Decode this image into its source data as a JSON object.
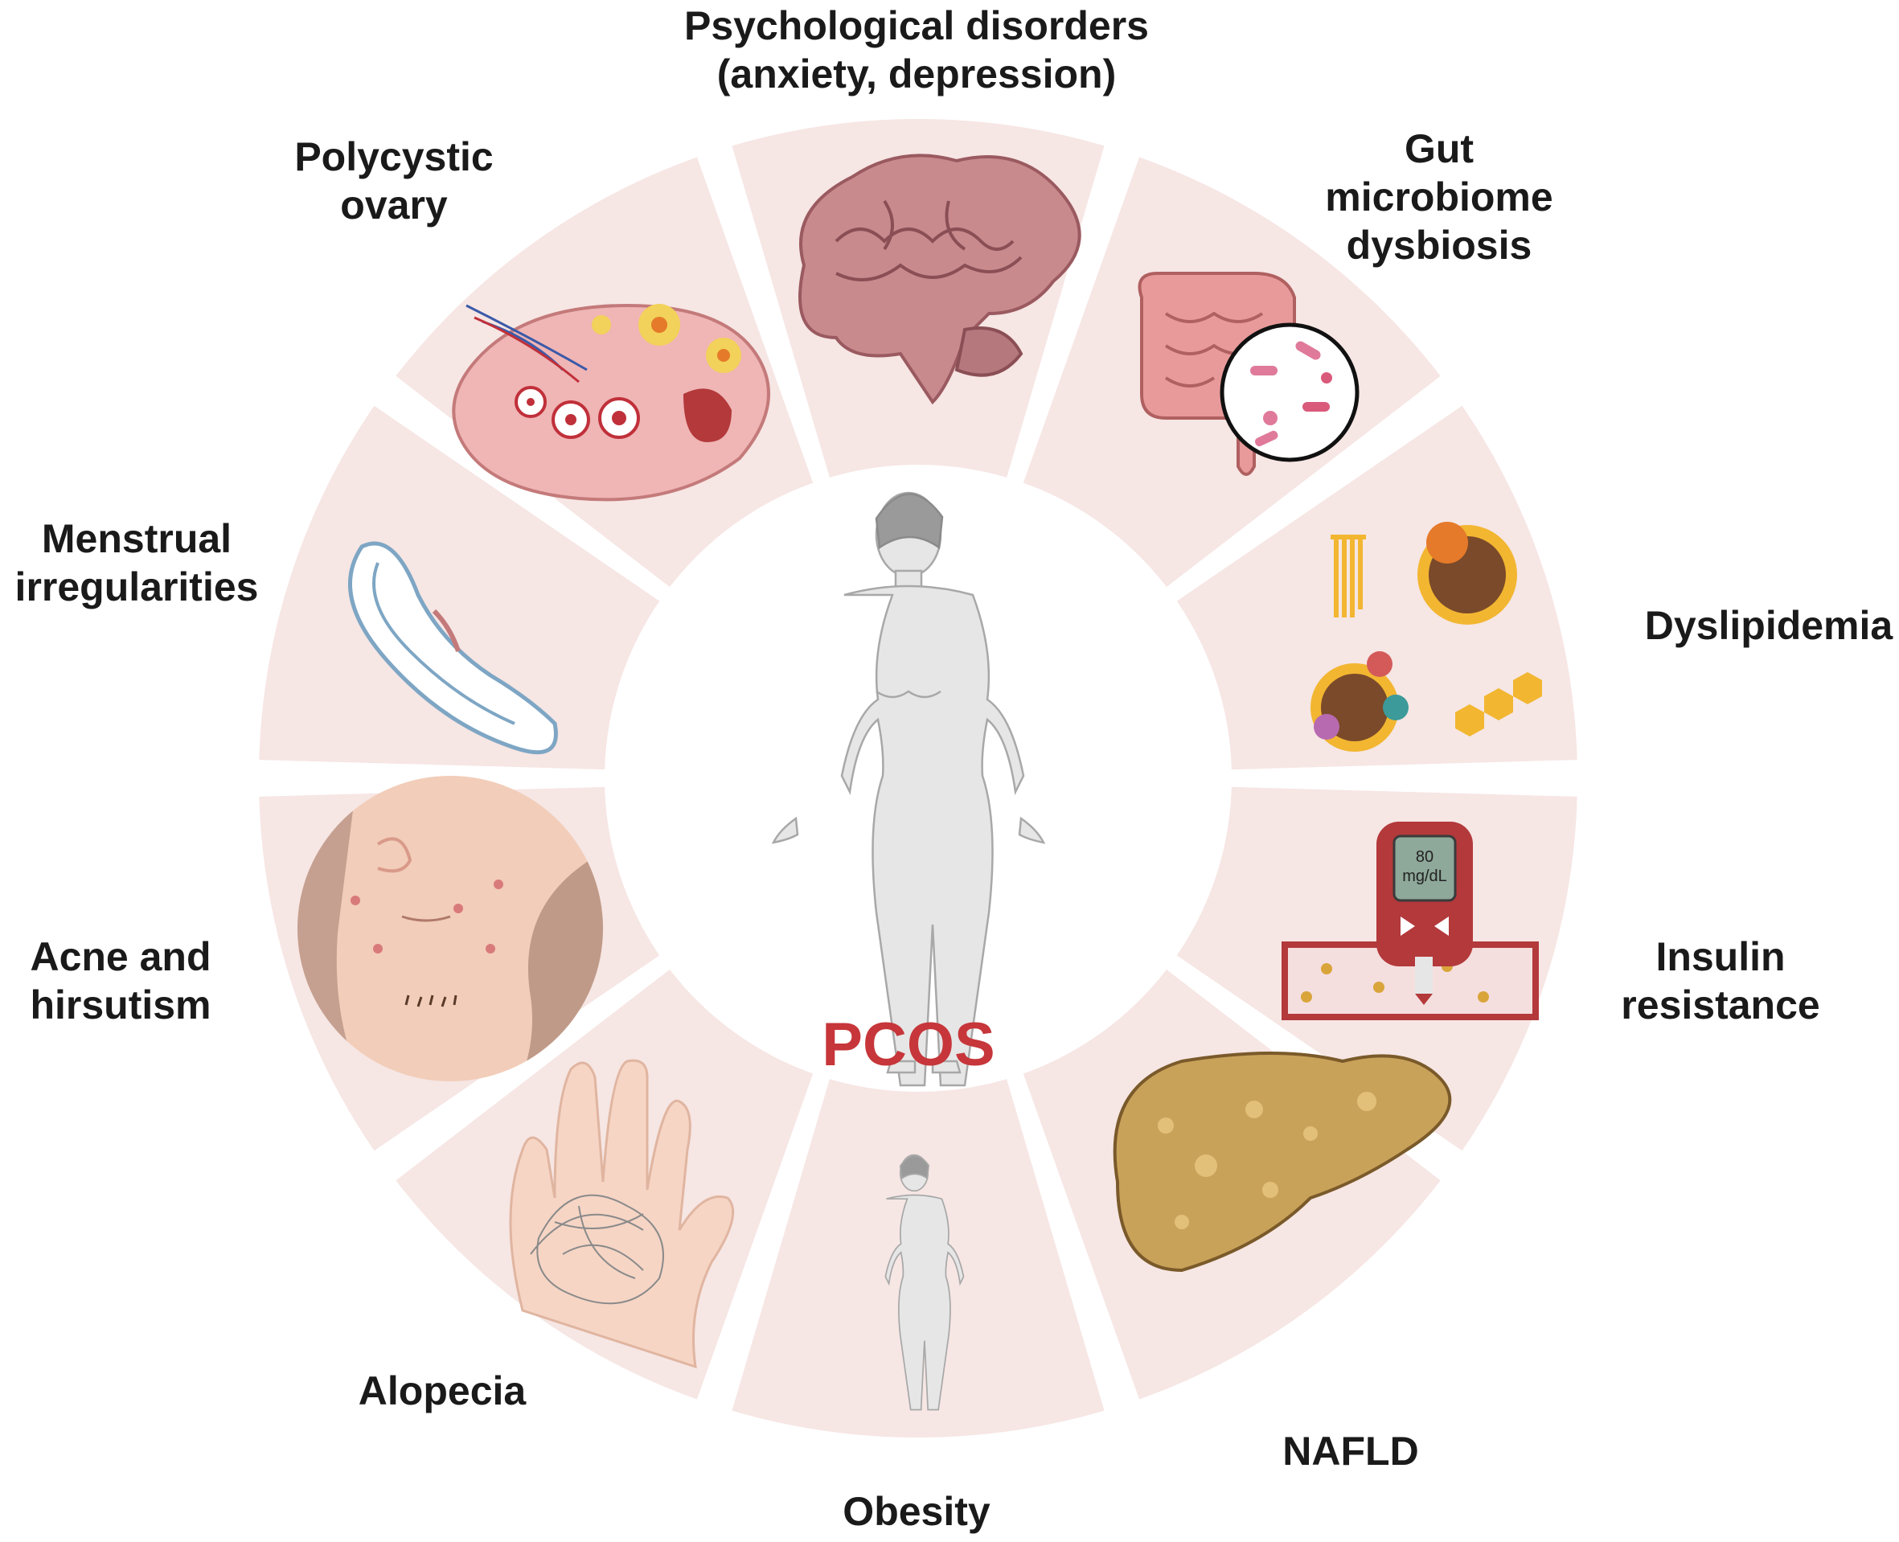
{
  "center": {
    "title": "PCOS"
  },
  "colors": {
    "segment": "#f6e6e4",
    "title": "#c6363a",
    "label": "#1a1a1a",
    "skin": "#f2cdb9",
    "body": "#e6e6e6",
    "organ_pink": "#e89a9a",
    "brain": "#c98a8e",
    "liver": "#c9a25a",
    "lipid_yellow": "#f2b631",
    "lipid_brown": "#7a4a2a",
    "vessel_red": "#b3393b",
    "hair_gray": "#8a8a8a"
  },
  "segments": [
    {
      "id": "psychological",
      "label_lines": [
        "Psychological disorders",
        "(anxiety, depression)"
      ],
      "icon": "brain-icon"
    },
    {
      "id": "gut",
      "label_lines": [
        "Gut",
        "microbiome",
        "dysbiosis"
      ],
      "icon": "intestine-bacteria-icon"
    },
    {
      "id": "dyslipidemia",
      "label_lines": [
        "Dyslipidemia"
      ],
      "icon": "lipoprotein-icon"
    },
    {
      "id": "insulin",
      "label_lines": [
        "Insulin",
        "resistance"
      ],
      "icon": "glucometer-icon",
      "meter_reading": [
        "80",
        "mg/dL"
      ]
    },
    {
      "id": "nafld",
      "label_lines": [
        "NAFLD"
      ],
      "icon": "fatty-liver-icon"
    },
    {
      "id": "obesity",
      "label_lines": [
        "Obesity"
      ],
      "icon": "obese-body-icon"
    },
    {
      "id": "alopecia",
      "label_lines": [
        "Alopecia"
      ],
      "icon": "hair-loss-hand-icon"
    },
    {
      "id": "acne",
      "label_lines": [
        "Acne and",
        "hirsutism"
      ],
      "icon": "acne-face-icon"
    },
    {
      "id": "menstrual",
      "label_lines": [
        "Menstrual",
        "irregularities"
      ],
      "icon": "sanitary-pad-icon"
    },
    {
      "id": "ovary",
      "label_lines": [
        "Polycystic",
        "ovary"
      ],
      "icon": "ovary-icon"
    }
  ]
}
